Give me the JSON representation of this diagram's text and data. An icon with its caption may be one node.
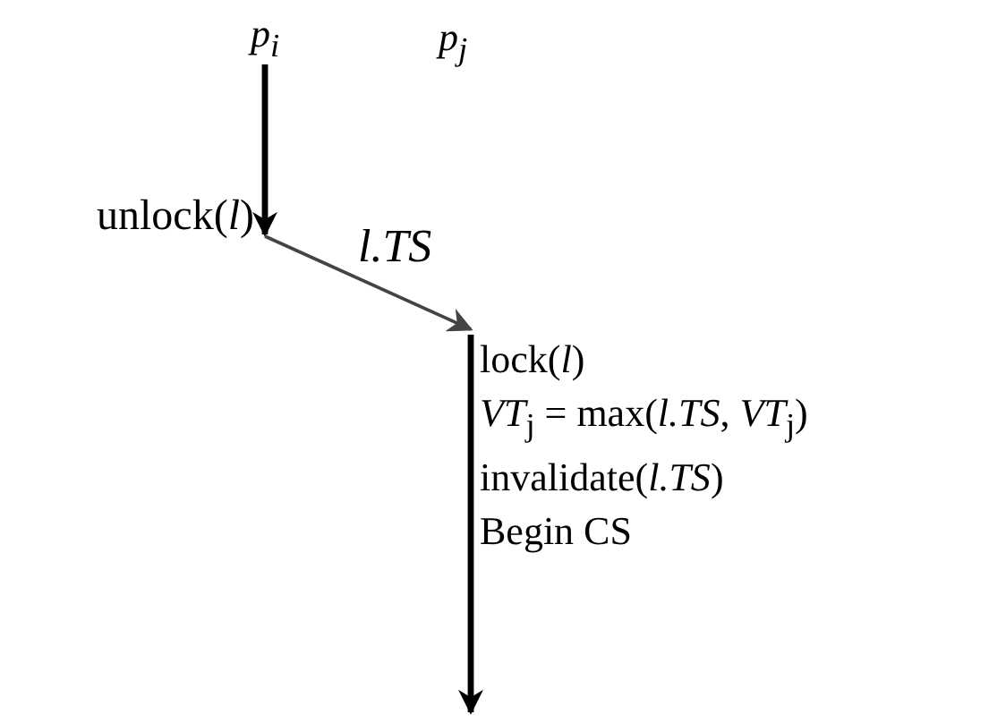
{
  "diagram": {
    "nodes": [
      {
        "text": [
          "p$_{i}$"
        ]
      },
      {
        "text": [
          "unlock(*l*)"
        ]
      },
      {
        "text": [
          "lock(*l*)",
          "*VT*$_{j}$ = max(*l.TS*, *VT*$_{j}$)",
          "invalidate(*l.TS*)",
          "Begin CS"
        ]
      }
    ],
    "edges": [
      {
        "from": 0,
        "to": 1,
        "arrow": "to"
      },
      {
        "from": 1,
        "to": 2,
        "arrow": "to",
        "label": "l.TS",
        "color": "#444444"
      },
      {
        "from": 2,
        "to": null,
        "arrow": "to"
      }
    ],
    "labels": [
      "p$_{j}$"
    ]
  }
}
